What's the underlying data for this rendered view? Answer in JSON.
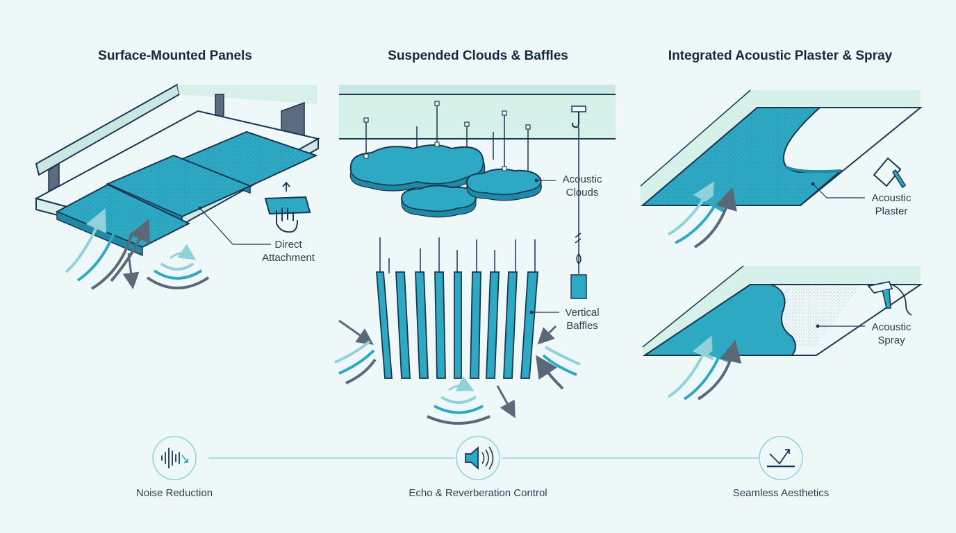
{
  "columns": [
    {
      "title": "Surface-Mounted Panels"
    },
    {
      "title": "Suspended Clouds & Baffles"
    },
    {
      "title": "Integrated Acoustic Plaster & Spray"
    }
  ],
  "callouts": {
    "direct_attachment": [
      "Direct",
      "Attachment"
    ],
    "acoustic_clouds": [
      "Acoustic",
      "Clouds"
    ],
    "vertical_baffles": [
      "Vertical",
      "Baffles"
    ],
    "acoustic_plaster": [
      "Acoustic",
      "Plaster"
    ],
    "acoustic_spray": [
      "Acoustic",
      "Spray"
    ]
  },
  "features": [
    {
      "label": "Noise Reduction",
      "icon": "sound-wave-icon"
    },
    {
      "label": "Echo & Reverberation Control",
      "icon": "speaker-icon"
    },
    {
      "label": "Seamless Aesthetics",
      "icon": "reflection-icon"
    }
  ],
  "colors": {
    "panel": "#2ea9c4",
    "outline": "#1a3550",
    "mint": "#d6f1ea",
    "wave_light": "#8fd3d8",
    "wave_mid": "#2ea9c4",
    "wave_dark": "#5a6878"
  }
}
